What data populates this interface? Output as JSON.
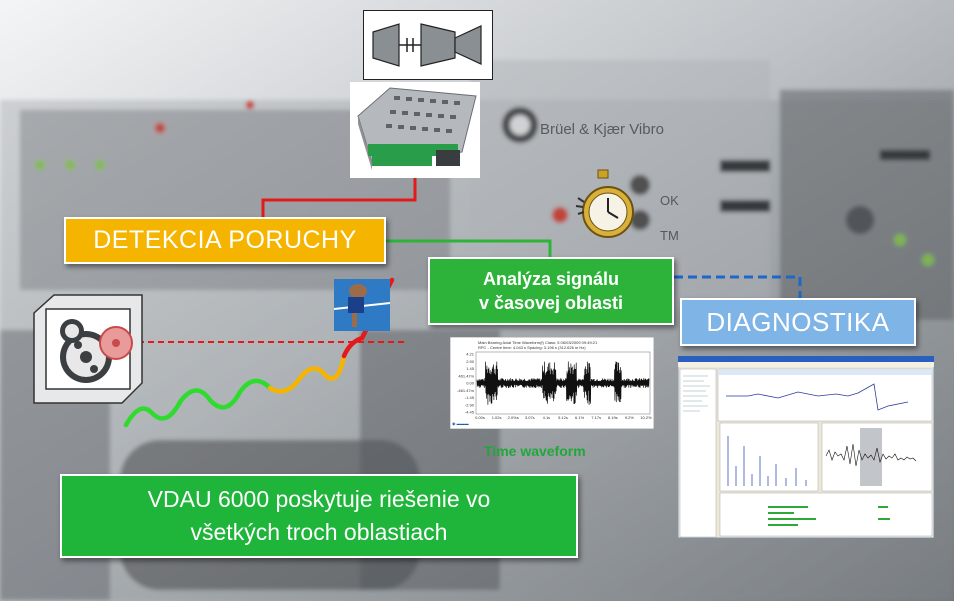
{
  "boxes": {
    "detekcia": "DETEKCIA PORUCHY",
    "analyza_line1": "Analýza signálu",
    "analyza_line2": "v časovej oblasti",
    "diagnostika": "DIAGNOSTIKA",
    "vdau_line1": "VDAU 6000 poskytuje riešenie vo",
    "vdau_line2": "všetkých troch oblastiach"
  },
  "captions": {
    "time_waveform": "Time waveform"
  },
  "background": {
    "brand_text": "Brüel & Kjær Vibro",
    "ok_label": "OK",
    "tm_label": "TM"
  },
  "waveform_plot": {
    "header_line1": "Main Bearing Axial    Time Waveform(f)    Class: 5    06/03/2009 09:49:21",
    "header_line2": "RPC - Centre time: 4.043 s   Spacing: 3.196 s (312.626 m Hz)",
    "y_ticks": [
      "4.21",
      "2.90",
      "1.45",
      "461.47m",
      "0.00",
      "-461.47m",
      "-1.45",
      "-2.90",
      "-4.45"
    ],
    "x_ticks": [
      "0.00s",
      "1.02s",
      "2.0%s",
      "3.07s",
      "4.1s",
      "5.12s",
      "6.1%",
      "7.17s",
      "8.19s",
      "9.2%",
      "10.2%"
    ]
  },
  "colors": {
    "orange": "#f5b400",
    "green": "#2eb33a",
    "blue": "#7fb4e6",
    "red_line": "#e21a1a",
    "dashed_blue": "#1f66c9"
  }
}
